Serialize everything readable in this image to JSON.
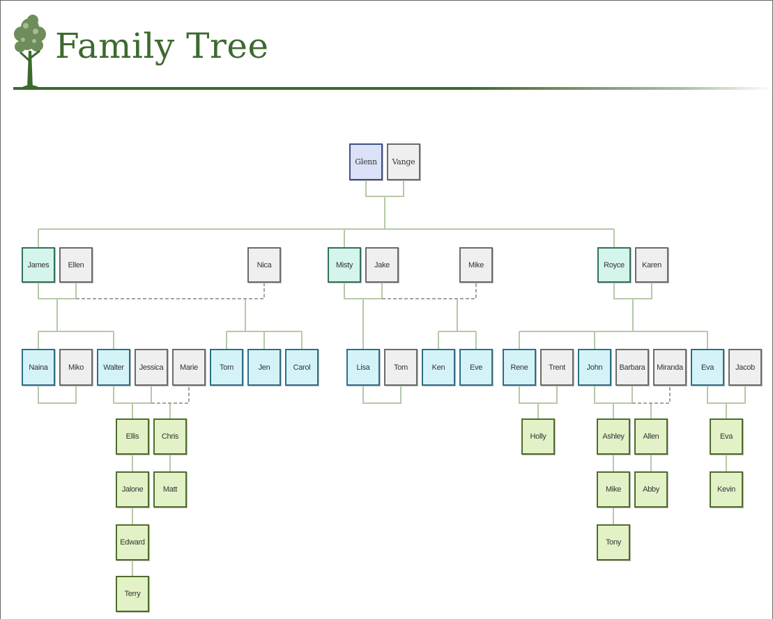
{
  "header": {
    "title": "Family Tree",
    "logo_icon": "tree-icon",
    "accent_color": "#3c6a2e"
  },
  "tree": {
    "root_couple": {
      "person": "Glenn",
      "spouse": "Vange"
    },
    "children": [
      {
        "name": "James",
        "spouse": "Ellen",
        "ex_partner": "Nica",
        "children": [
          {
            "name": "Naina",
            "spouse": "Miko"
          },
          {
            "name": "Walter",
            "spouse": "Jessica",
            "ex_partner": "Marie",
            "children": [
              {
                "name": "Ellis",
                "descendants": [
                  "Jalone",
                  "Edward",
                  "Terry"
                ]
              },
              {
                "name": "Chris",
                "descendants": [
                  "Matt"
                ]
              }
            ]
          }
        ],
        "ex_partner_children": [
          "Tom",
          "Jen",
          "Carol"
        ]
      },
      {
        "name": "Misty",
        "spouse": "Jake",
        "ex_partner": "Mike",
        "children": [
          {
            "name": "Lisa",
            "spouse": "Tom"
          }
        ],
        "ex_partner_children": [
          "Ken",
          "Eve"
        ]
      },
      {
        "name": "Royce",
        "spouse": "Karen",
        "children": [
          {
            "name": "Rene",
            "spouse": "Trent",
            "children": [
              {
                "name": "Holly"
              }
            ]
          },
          {
            "name": "John",
            "spouse": "Barbara",
            "ex_partner": "Miranda",
            "children": [
              {
                "name": "Ashley",
                "descendants": [
                  "Mike",
                  "Tony"
                ]
              },
              {
                "name": "Allen",
                "descendants": [
                  "Abby"
                ]
              }
            ]
          },
          {
            "name": "Eva",
            "spouse": "Jacob",
            "children": [
              {
                "name": "Eva",
                "descendants": [
                  "Kevin"
                ]
              }
            ]
          }
        ]
      }
    ]
  },
  "colors": {
    "root_fill": "#dbe2f7",
    "spouse_fill": "#efefef",
    "child_fill": "#d4f4ec",
    "grandchild_fill": "#d4f3f8",
    "great_grandchild_fill": "#e2f2c6",
    "connector": "#b5c9a6"
  }
}
